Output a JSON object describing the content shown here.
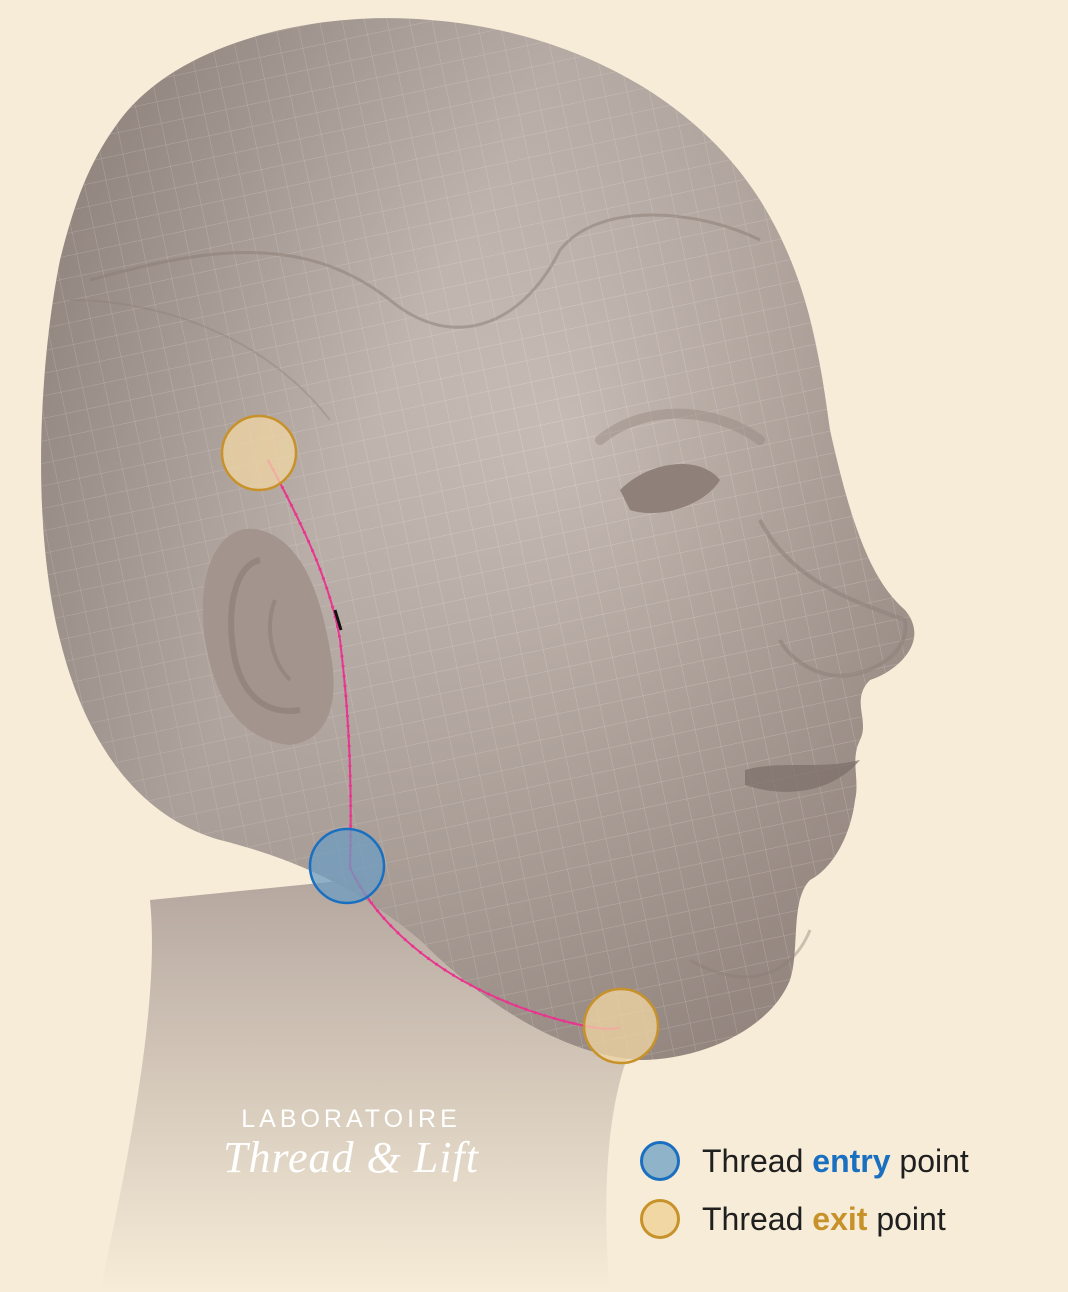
{
  "colors": {
    "background": "#f6ecd7",
    "skin": "#b8aaa2",
    "thread": "#e8368f",
    "entry_fill": "#8fb4c9",
    "entry_stroke": "#1a6fc0",
    "exit_fill": "#f1d7a4",
    "exit_stroke": "#c8922a"
  },
  "brand": {
    "line1": "LABORATOIRE",
    "line2": "Thread & Lift"
  },
  "legend": {
    "entry": {
      "prefix": "Thread ",
      "keyword": "entry",
      "suffix": " point"
    },
    "exit": {
      "prefix": "Thread ",
      "keyword": "exit",
      "suffix": " point"
    }
  }
}
